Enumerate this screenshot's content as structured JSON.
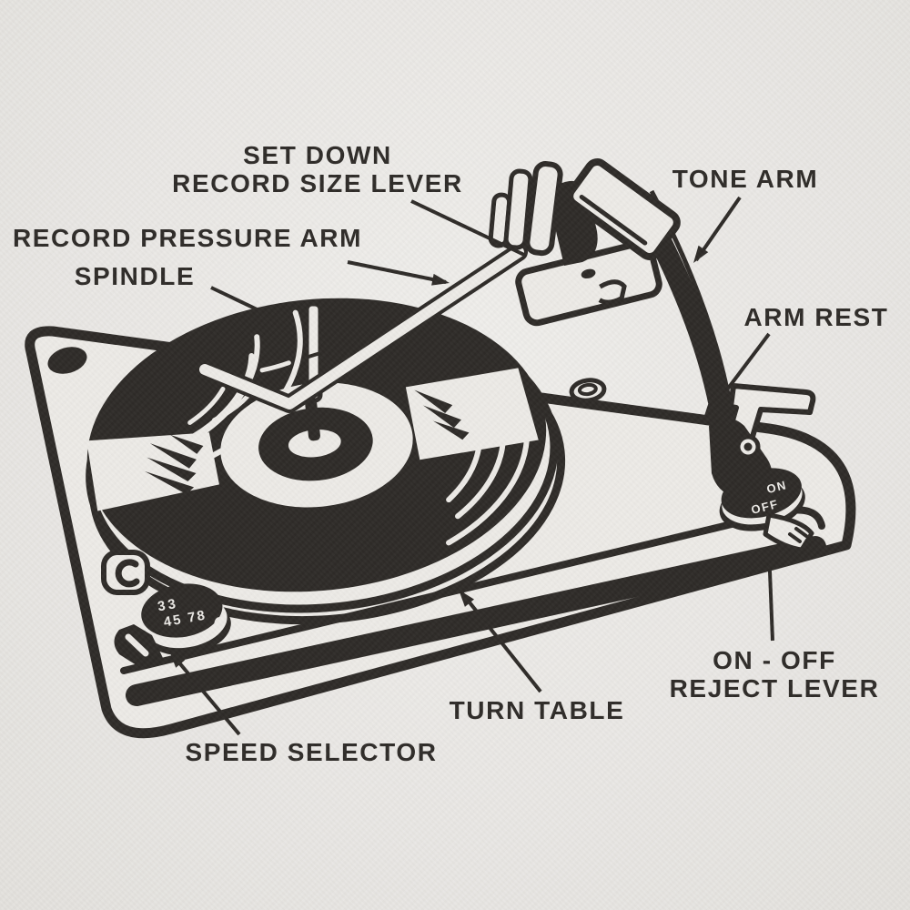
{
  "graphic": {
    "subject": "turntable-parts-diagram",
    "style": "black ink illustration on off-white shirt fabric"
  },
  "colors": {
    "ink": "#2d2a27",
    "paper": "#edebe7",
    "background": "#e9e7e3"
  },
  "labels": {
    "set_down": {
      "line1": "SET DOWN",
      "line2": "RECORD SIZE LEVER"
    },
    "record_pressure_arm": "RECORD PRESSURE ARM",
    "spindle": "SPINDLE",
    "tone_arm": "TONE ARM",
    "arm_rest": "ARM REST",
    "on_off": {
      "line1": "ON - OFF",
      "line2": "REJECT LEVER"
    },
    "turn_table": "TURN TABLE",
    "speed_selector": "SPEED SELECTOR"
  },
  "illustration": {
    "speed_knob": {
      "line1": "33",
      "line2": "45 78"
    },
    "power_switch": {
      "on": "ON",
      "off": "OFF"
    }
  }
}
